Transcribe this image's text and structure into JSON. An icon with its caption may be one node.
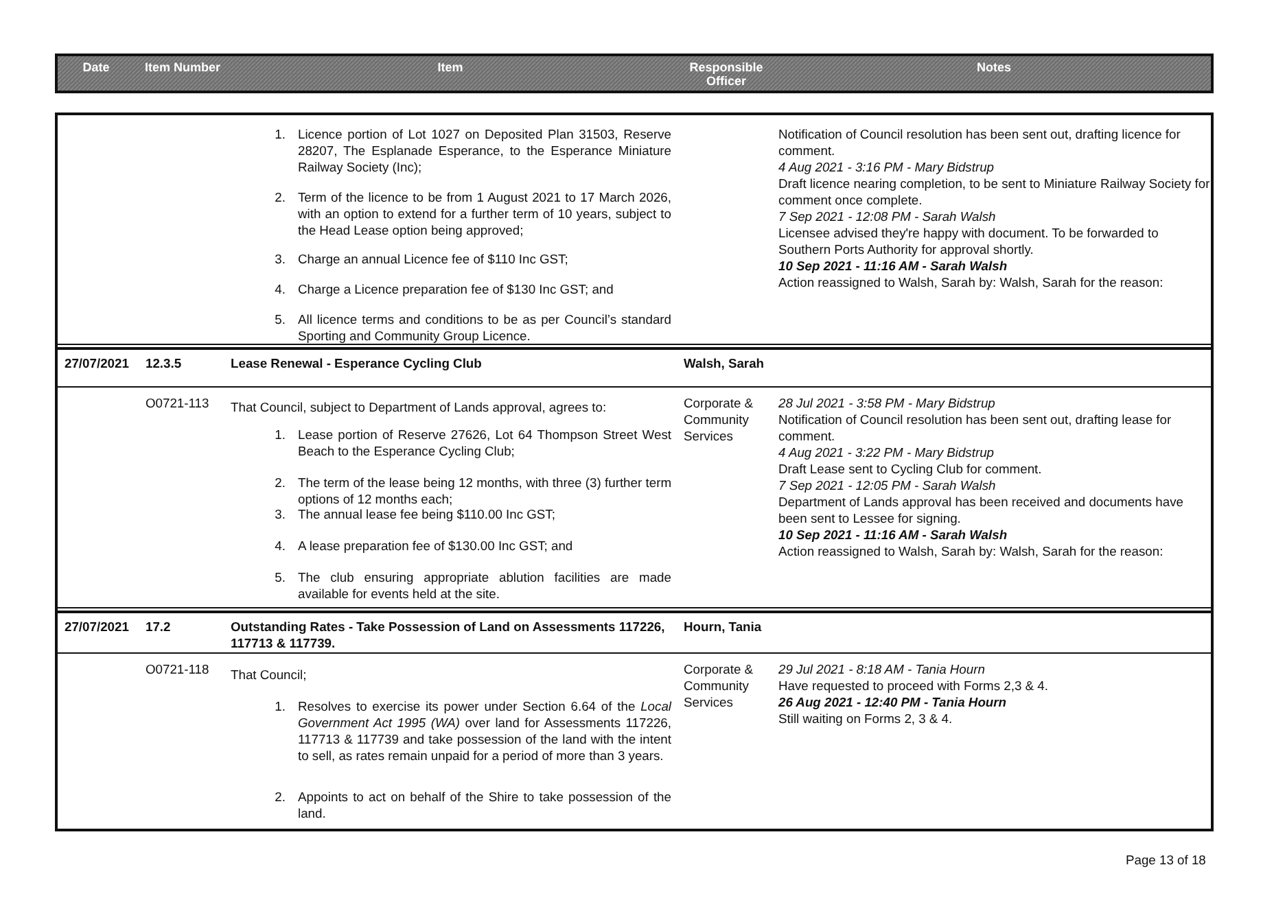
{
  "diagram": {
    "labels": [
      "Date",
      "Item Number",
      "Item",
      "Responsible Officer",
      "Notes",
      "1.",
      "Licence portion of Lot 1027 on Deposited Plan 31503, Reserve 28207, The Esplanade Esperance, to the Esperance Miniature Railway Society (Inc);",
      "2.",
      "Term of the licence to be from 1 August 2021 to 17 March 2026, with an option to extend for a further term of 10 years, subject to the Head Lease option being approved;",
      "3.",
      "Charge an annual Licence fee of $110 Inc GST;",
      "4.",
      "Charge a Licence preparation fee of $130 Inc GST; and",
      "5.",
      "All licence terms and conditions to be as per Council’s standard Sporting and Community Group Licence.",
      "Notification of Council resolution has been sent out, drafting licence for comment.",
      "4 Aug 2021 - 3:16 PM - Mary Bidstrup",
      "Draft licence nearing completion, to be sent to Miniature Railway Society for comment once complete.",
      "7 Sep 2021 - 12:08 PM - Sarah Walsh",
      "Licensee advised they're happy with document. To be forwarded to Southern Ports Authority for approval shortly.",
      "10 Sep 2021 - 11:16 AM - Sarah Walsh",
      "Action reassigned to Walsh, Sarah by: Walsh, Sarah for the reason:",
      "27/07/2021",
      "12.3.5",
      "Lease Renewal - Esperance Cycling Club",
      "Walsh, Sarah",
      "O0721-113",
      "That Council, subject to Department of Lands approval, agrees to:",
      "1.",
      "Lease portion of Reserve 27626, Lot 64 Thompson Street West Beach to the Esperance Cycling Club;",
      "2.",
      "The term of the lease being 12 months, with three (3) further term options of 12 months each;",
      "3.",
      "The annual lease fee being $110.00 Inc GST;",
      "4.",
      "A lease preparation fee of $130.00 Inc GST; and",
      "5.",
      "The club ensuring appropriate ablution facilities are made available for events held at the site.",
      "Corporate & Community Services",
      "28 Jul 2021 - 3:58 PM - Mary Bidstrup",
      "Notification of Council resolution has been sent out, drafting lease for comment.",
      "4 Aug 2021 - 3:22 PM - Mary Bidstrup",
      "Draft Lease sent to Cycling Club for comment.",
      "7 Sep 2021 - 12:05 PM - Sarah Walsh",
      "Department of Lands approval has been received and documents have been sent to Lessee for signing.",
      "10 Sep 2021 - 11:16 AM - Sarah Walsh",
      "Action reassigned to Walsh, Sarah by: Walsh, Sarah for the reason:",
      "27/07/2021",
      "17.2",
      "Outstanding Rates - Take Possession of Land on Assessments 117226, 117713 & 117739.",
      "Hourn, Tania",
      "O0721-118",
      "That Council;",
      "1.",
      "Resolves to exercise its power under Section 6.64 of the *Local Government Act 1995 (WA)* over land for Assessments 117226, 117713 & 117739  and take possession of the land with the intent to sell, as rates remain unpaid for a period of more than 3 years.",
      "2.",
      "Appoints to act on behalf of the Shire to take possession of the land.",
      "Corporate & Community Services",
      "29 Jul 2021 - 8:18 AM - Tania Hourn",
      "Have requested to proceed with Forms 2,3 & 4.",
      "26 Aug 2021 - 12:40 PM - Tania Hourn",
      "Still waiting on Forms 2, 3 & 4.",
      "Page 13 of 18"
    ]
  }
}
